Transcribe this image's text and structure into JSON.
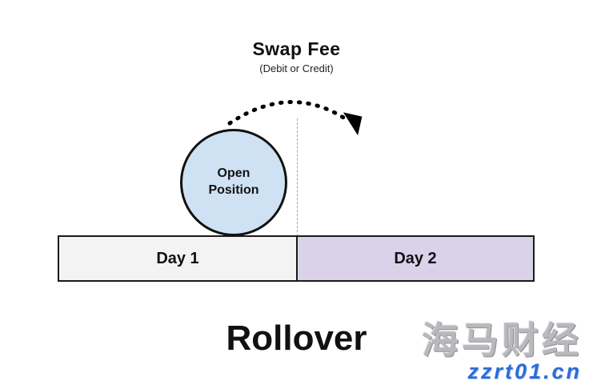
{
  "diagram": {
    "title": "Rollover",
    "swap_fee": {
      "label": "Swap Fee",
      "sublabel": "(Debit or Credit)"
    },
    "circle": {
      "label": "Open Position"
    },
    "timeline": {
      "day1_label": "Day 1",
      "day2_label": "Day 2"
    },
    "colors": {
      "circle_fill": "#cfe2f3",
      "day1_fill": "#f3f3f3",
      "day2_fill": "#d9d2e9",
      "arrow": "#000000",
      "divider": "#a8a8a8"
    }
  },
  "watermark": {
    "brand": "海马财经",
    "url": "zzrt01.cn",
    "url_color": "#2e6bd8"
  }
}
